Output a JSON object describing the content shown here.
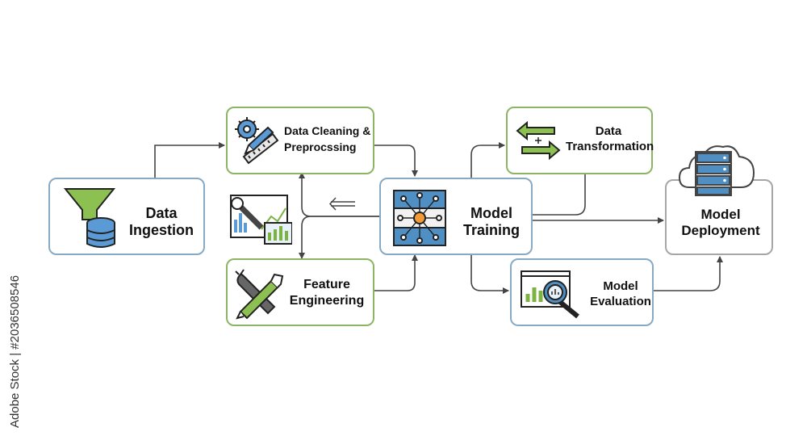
{
  "nodes": {
    "data_ingestion": {
      "line1": "Data",
      "line2": "Ingestion",
      "icon": "funnel-database-icon"
    },
    "data_cleaning": {
      "line1": "Data Cleaning &",
      "line2": "Preprocssing",
      "icon": "gear-ruler-pencil-icon"
    },
    "feature_engineering": {
      "line1": "Feature",
      "line2": "Engineering",
      "icon": "wrench-pencil-icon"
    },
    "model_training": {
      "line1": "Model",
      "line2": "Training",
      "icon": "neural-network-icon"
    },
    "data_transformation": {
      "line1": "Data",
      "line2": "Transformation",
      "icon": "swap-arrows-icon"
    },
    "model_evaluation": {
      "line1": "Model",
      "line2": "Evaluation",
      "icon": "chart-magnifier-icon"
    },
    "model_deployment": {
      "line1": "Model",
      "line2": "Deployment",
      "icon": "cloud-server-icon"
    }
  },
  "floating_icon": "wrench-chart-icon",
  "feedback_arrow_icon": "double-left-arrow-icon",
  "watermark_id": "Adobe Stock | #2036508546",
  "colors": {
    "green_border": "#8bb565",
    "blue_border": "#86aac5",
    "grey_border": "#a6a6a6",
    "accent_blue": "#4f8fc4",
    "accent_green": "#7cb342",
    "arrow": "#444444"
  }
}
